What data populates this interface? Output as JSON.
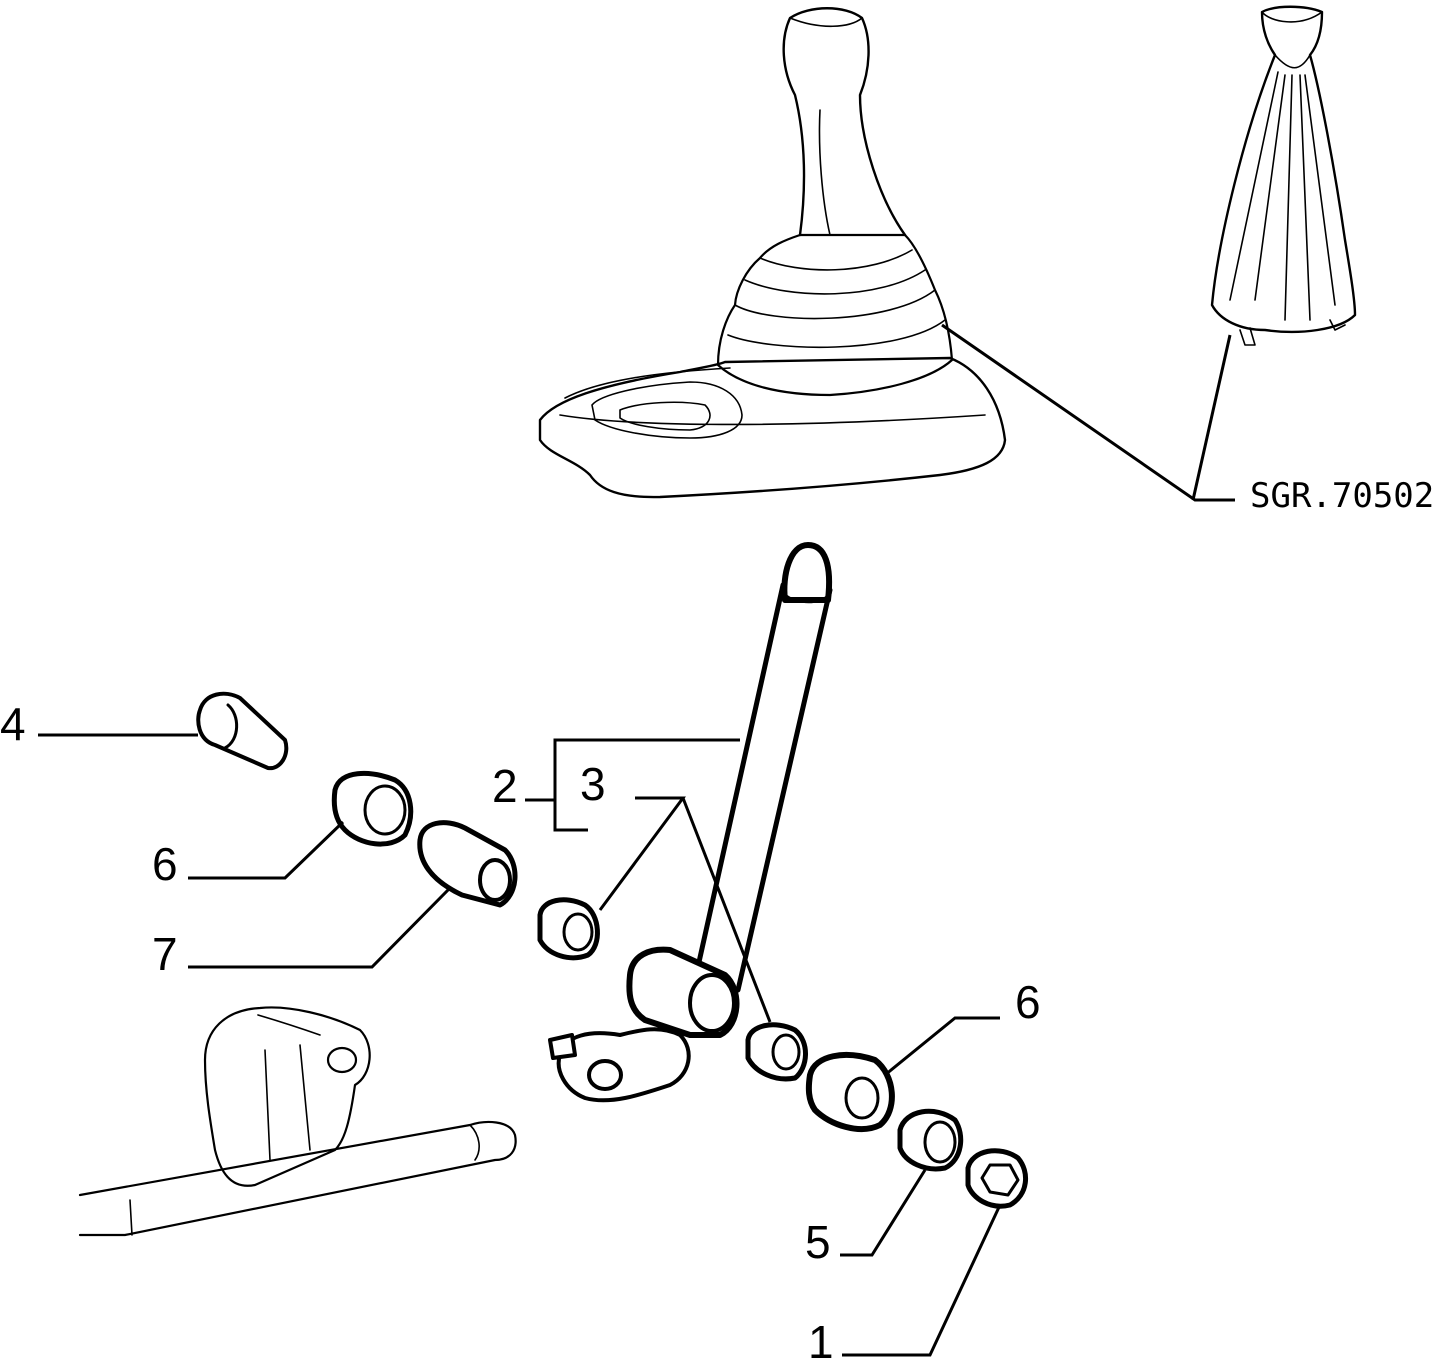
{
  "diagram": {
    "reference_code": "SGR.70502",
    "callouts": {
      "item_1": "1",
      "item_2": "2",
      "item_3": "3",
      "item_4": "4",
      "item_5": "5",
      "item_6_left": "6",
      "item_6_right": "6",
      "item_7": "7"
    },
    "parts": [
      "gear-knob-boot-assembly",
      "gear-boot-cover",
      "gear-lever",
      "bolt",
      "bush",
      "spacer-sleeve",
      "washer",
      "nut",
      "selector-rod-support"
    ]
  }
}
